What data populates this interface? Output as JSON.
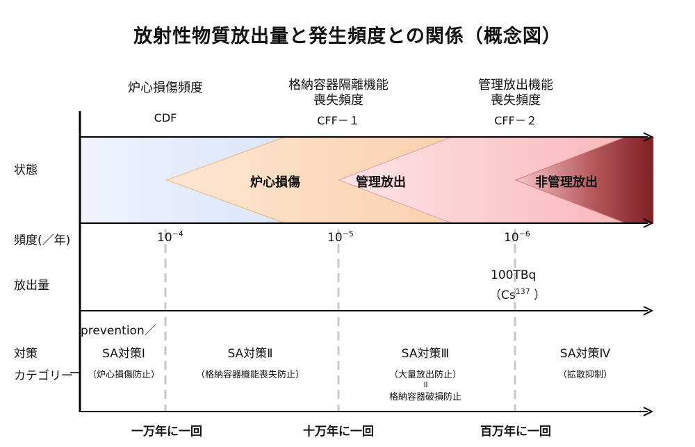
{
  "title": "放射性物質放出量と発生頻度との関係（概念図）",
  "colors": {
    "cdf_zone": "#c6d8f7",
    "core_damage_zone": "#f9c69a",
    "managed_release_zone": "#fbbcc0",
    "unmanaged_release_zone": "#8b2a2f",
    "axis": "#000000",
    "dashed_line": "#c8c8c8"
  },
  "headers": [
    {
      "label": "炉心損傷頻度",
      "code": "CDF"
    },
    {
      "label_line1": "格納容器隔離機能",
      "label_line2": "喪失頻度",
      "code": "CFF－１"
    },
    {
      "label_line1": "管理放出機能",
      "label_line2": "喪失頻度",
      "code": "CFF－２"
    }
  ],
  "row_labels": {
    "state": "状態",
    "frequency": "頻度(／年)",
    "release": "放出量",
    "measures_line1": "対策",
    "measures_line2": "カテゴリー"
  },
  "state_zones": [
    "炉心損傷",
    "管理放出",
    "非管理放出"
  ],
  "frequencies": [
    {
      "base": "10",
      "exp": "−4"
    },
    {
      "base": "10",
      "exp": "−5"
    },
    {
      "base": "10",
      "exp": "−6"
    }
  ],
  "release_amount": {
    "value": "100TBq",
    "nuclide_open": "（Cs",
    "mass_number": "137",
    "nuclide_close": " ）"
  },
  "prevention_label": "prevention／",
  "categories": [
    {
      "name": "SA対策Ⅰ",
      "desc": "（炉心損傷防止）"
    },
    {
      "name": "SA対策Ⅱ",
      "desc": "（格納容器機能喪失防止）"
    },
    {
      "name": "SA対策Ⅲ",
      "desc": "（大量放出防止）",
      "equiv": "॥",
      "desc2": "格納容器破損防止"
    },
    {
      "name": "SA対策Ⅳ",
      "desc": "（拡散抑制）"
    }
  ],
  "periods": [
    "一万年に一回",
    "十万年に一回",
    "百万年に一回"
  ]
}
